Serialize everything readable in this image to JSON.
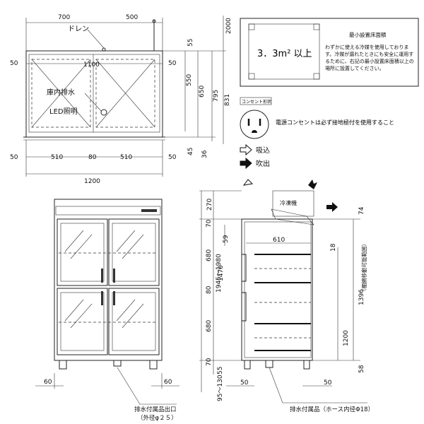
{
  "top_view": {
    "dims": {
      "top_left": "700",
      "top_right": "500",
      "side_2000": "2000",
      "d55": "55",
      "d550": "550",
      "d650": "650",
      "d795": "795",
      "d831": "831",
      "d45": "45",
      "d36": "36",
      "left50": "50",
      "w1100": "1100",
      "right50": "50",
      "b50a": "50",
      "b510a": "510",
      "b80": "80",
      "b510b": "510",
      "b50b": "50",
      "total": "1200"
    },
    "labels": {
      "drain": "ドレン",
      "interior_drain": "庫内排水",
      "led": "LED照明"
    }
  },
  "info_box": {
    "area": "3．3m² 以上",
    "title": "最小設置床面積",
    "note": "わずかに使える冷媒を使用しております。冷媒が漏れたときにも安全に運用するために、右記の最小設置床面積以上の場所に設置してください。"
  },
  "outlet": {
    "badge": "コンセント形状",
    "note": "電源コンセントは必ず接地極付を使用すること"
  },
  "legend": {
    "intake": "吸込",
    "exhaust": "吹出"
  },
  "front_view": {
    "dims": {
      "left60": "60",
      "right60": "60"
    },
    "caption1": "排水付属品出口",
    "caption2": "（外径φ２５）"
  },
  "side_view": {
    "unit_label": "冷凍機",
    "dims": {
      "h270": "270",
      "h70": "70",
      "h59": "59",
      "h680a": "680",
      "h1470": "1470",
      "h80": "80",
      "h680b": "680",
      "h70b": "70",
      "h55": "55",
      "total_h": "1945～1980",
      "foot": "95～130",
      "w610": "610",
      "h18": "18",
      "h74": "74",
      "h1396": "1396",
      "h1200": "1200",
      "shelf_range": "（棚網移動可能範囲）",
      "h58": "58",
      "b50a": "50",
      "b50b": "50"
    },
    "caption": "排水付属品（ホース内径Φ18）"
  }
}
